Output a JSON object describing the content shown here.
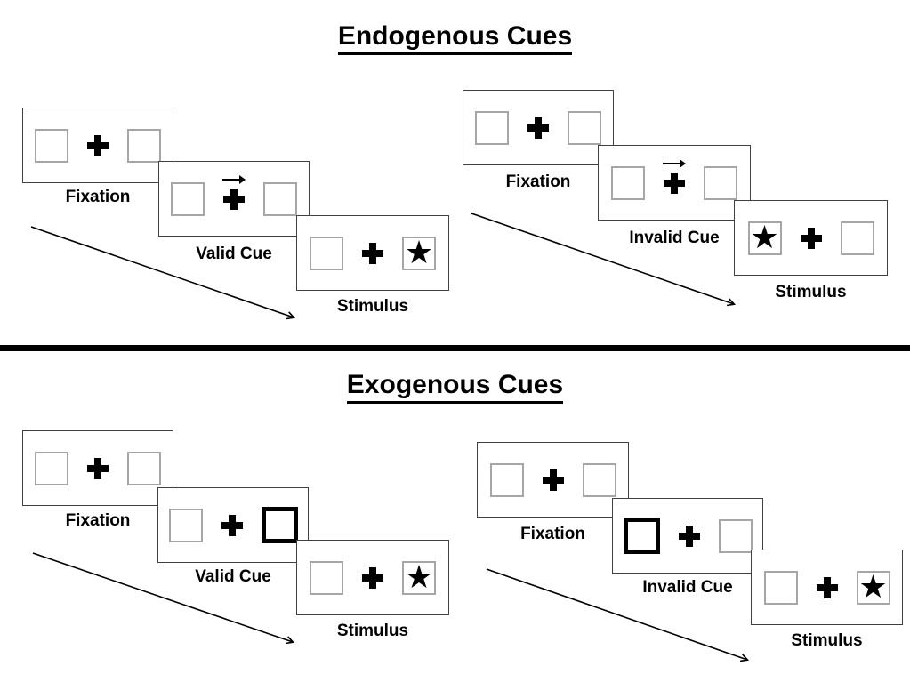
{
  "glyphs": {
    "star_char": "★"
  },
  "colors": {
    "ink": "#000000",
    "box_border": "#a6a6a6",
    "frame_border": "#404040",
    "background": "#ffffff"
  },
  "sections": [
    {
      "id": "endogenous",
      "title": "Endogenous Cues",
      "panels": [
        {
          "id": "valid",
          "frames": [
            {
              "label": "Fixation",
              "cue": "none",
              "star": "none"
            },
            {
              "label": "Valid Cue",
              "cue": "arrow-right-above-cross",
              "star": "none"
            },
            {
              "label": "Stimulus",
              "cue": "none",
              "star": "right"
            }
          ]
        },
        {
          "id": "invalid",
          "frames": [
            {
              "label": "Fixation",
              "cue": "none",
              "star": "none"
            },
            {
              "label": "Invalid Cue",
              "cue": "arrow-right-above-cross",
              "star": "none"
            },
            {
              "label": "Stimulus",
              "cue": "none",
              "star": "left"
            }
          ]
        }
      ]
    },
    {
      "id": "exogenous",
      "title": "Exogenous Cues",
      "panels": [
        {
          "id": "valid",
          "frames": [
            {
              "label": "Fixation",
              "cue": "none",
              "star": "none"
            },
            {
              "label": "Valid Cue",
              "cue": "bold-box-right",
              "star": "none"
            },
            {
              "label": "Stimulus",
              "cue": "none",
              "star": "right"
            }
          ]
        },
        {
          "id": "invalid",
          "frames": [
            {
              "label": "Fixation",
              "cue": "none",
              "star": "none"
            },
            {
              "label": "Invalid Cue",
              "cue": "bold-box-left",
              "star": "none"
            },
            {
              "label": "Stimulus",
              "cue": "none",
              "star": "right"
            }
          ]
        }
      ]
    }
  ]
}
